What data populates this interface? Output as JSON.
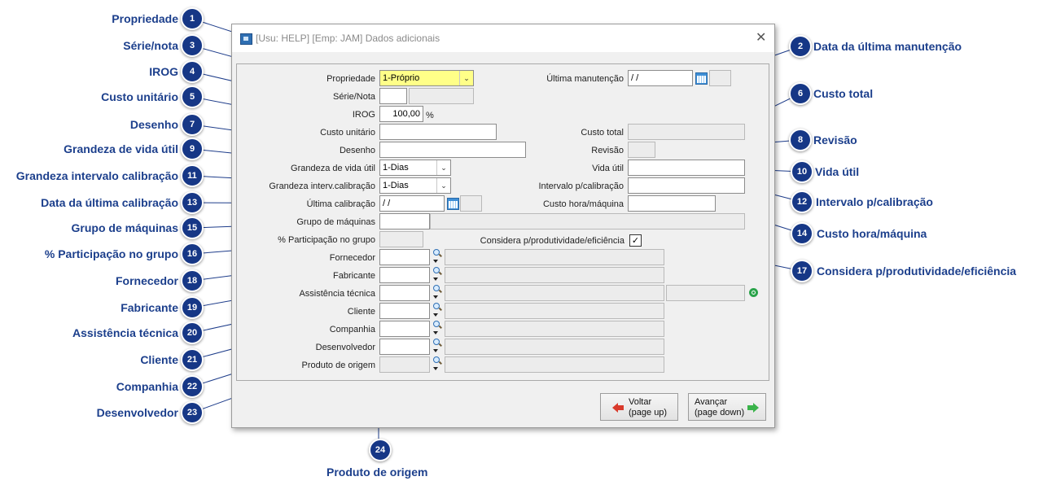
{
  "window": {
    "title": "[Usu: HELP] [Emp: JAM] Dados adicionais",
    "close_icon": "close-icon"
  },
  "form": {
    "propriedade": {
      "label": "Propriedade",
      "value": "1-Próprio"
    },
    "serie_nota": {
      "label": "Série/Nota"
    },
    "irog": {
      "label": "IROG",
      "value": "100,00",
      "unit": "%"
    },
    "custo_unitario": {
      "label": "Custo unitário"
    },
    "desenho": {
      "label": "Desenho"
    },
    "grandeza_vida_util": {
      "label": "Grandeza de vida útil",
      "value": "1-Dias"
    },
    "grandeza_interv_calibracao": {
      "label": "Grandeza interv.calibração",
      "value": "1-Dias"
    },
    "ultima_calibracao": {
      "label": "Última calibração",
      "value": " / /"
    },
    "grupo_maquinas": {
      "label": "Grupo de máquinas"
    },
    "participacao_grupo": {
      "label": "% Participação no grupo"
    },
    "ultima_manutencao": {
      "label": "Última manutenção",
      "value": " / /"
    },
    "custo_total": {
      "label": "Custo total"
    },
    "revisao": {
      "label": "Revisão"
    },
    "vida_util": {
      "label": "Vida útil"
    },
    "intervalo_calibracao": {
      "label": "Intervalo p/calibração"
    },
    "custo_hora_maquina": {
      "label": "Custo hora/máquina"
    },
    "considera": {
      "label": "Considera p/produtividade/eficiência",
      "checked": true
    },
    "fornecedor": {
      "label": "Fornecedor"
    },
    "fabricante": {
      "label": "Fabricante"
    },
    "assistencia_tecnica": {
      "label": "Assistência técnica"
    },
    "cliente": {
      "label": "Cliente"
    },
    "companhia": {
      "label": "Companhia"
    },
    "desenvolvedor": {
      "label": "Desenvolvedor"
    },
    "produto_origem": {
      "label": "Produto de origem"
    }
  },
  "buttons": {
    "voltar": {
      "line1": "Voltar",
      "line2": "(page up)"
    },
    "avancar": {
      "line1": "Avançar",
      "line2": "(page down)"
    }
  },
  "callouts": [
    {
      "n": "1",
      "text": "Propriedade"
    },
    {
      "n": "2",
      "text": "Data da última manutenção"
    },
    {
      "n": "3",
      "text": "Série/nota"
    },
    {
      "n": "4",
      "text": "IROG"
    },
    {
      "n": "5",
      "text": "Custo unitário"
    },
    {
      "n": "6",
      "text": "Custo total"
    },
    {
      "n": "7",
      "text": "Desenho"
    },
    {
      "n": "8",
      "text": "Revisão"
    },
    {
      "n": "9",
      "text": "Grandeza de vida útil"
    },
    {
      "n": "10",
      "text": "Vida útil"
    },
    {
      "n": "11",
      "text": "Grandeza intervalo calibração"
    },
    {
      "n": "12",
      "text": "Intervalo p/calibração"
    },
    {
      "n": "13",
      "text": "Data da última calibração"
    },
    {
      "n": "14",
      "text": "Custo hora/máquina"
    },
    {
      "n": "15",
      "text": "Grupo de máquinas"
    },
    {
      "n": "16",
      "text": "% Participação no grupo"
    },
    {
      "n": "17",
      "text": "Considera p/produtividade/eficiência"
    },
    {
      "n": "18",
      "text": "Fornecedor"
    },
    {
      "n": "19",
      "text": "Fabricante"
    },
    {
      "n": "20",
      "text": "Assistência técnica"
    },
    {
      "n": "21",
      "text": "Cliente"
    },
    {
      "n": "22",
      "text": "Companhia"
    },
    {
      "n": "23",
      "text": "Desenvolvedor"
    },
    {
      "n": "24",
      "text": "Produto de origem"
    }
  ],
  "colors": {
    "callout": "#163786",
    "callout_text": "#1c3f8c",
    "highlight_field": "#ffff88"
  }
}
